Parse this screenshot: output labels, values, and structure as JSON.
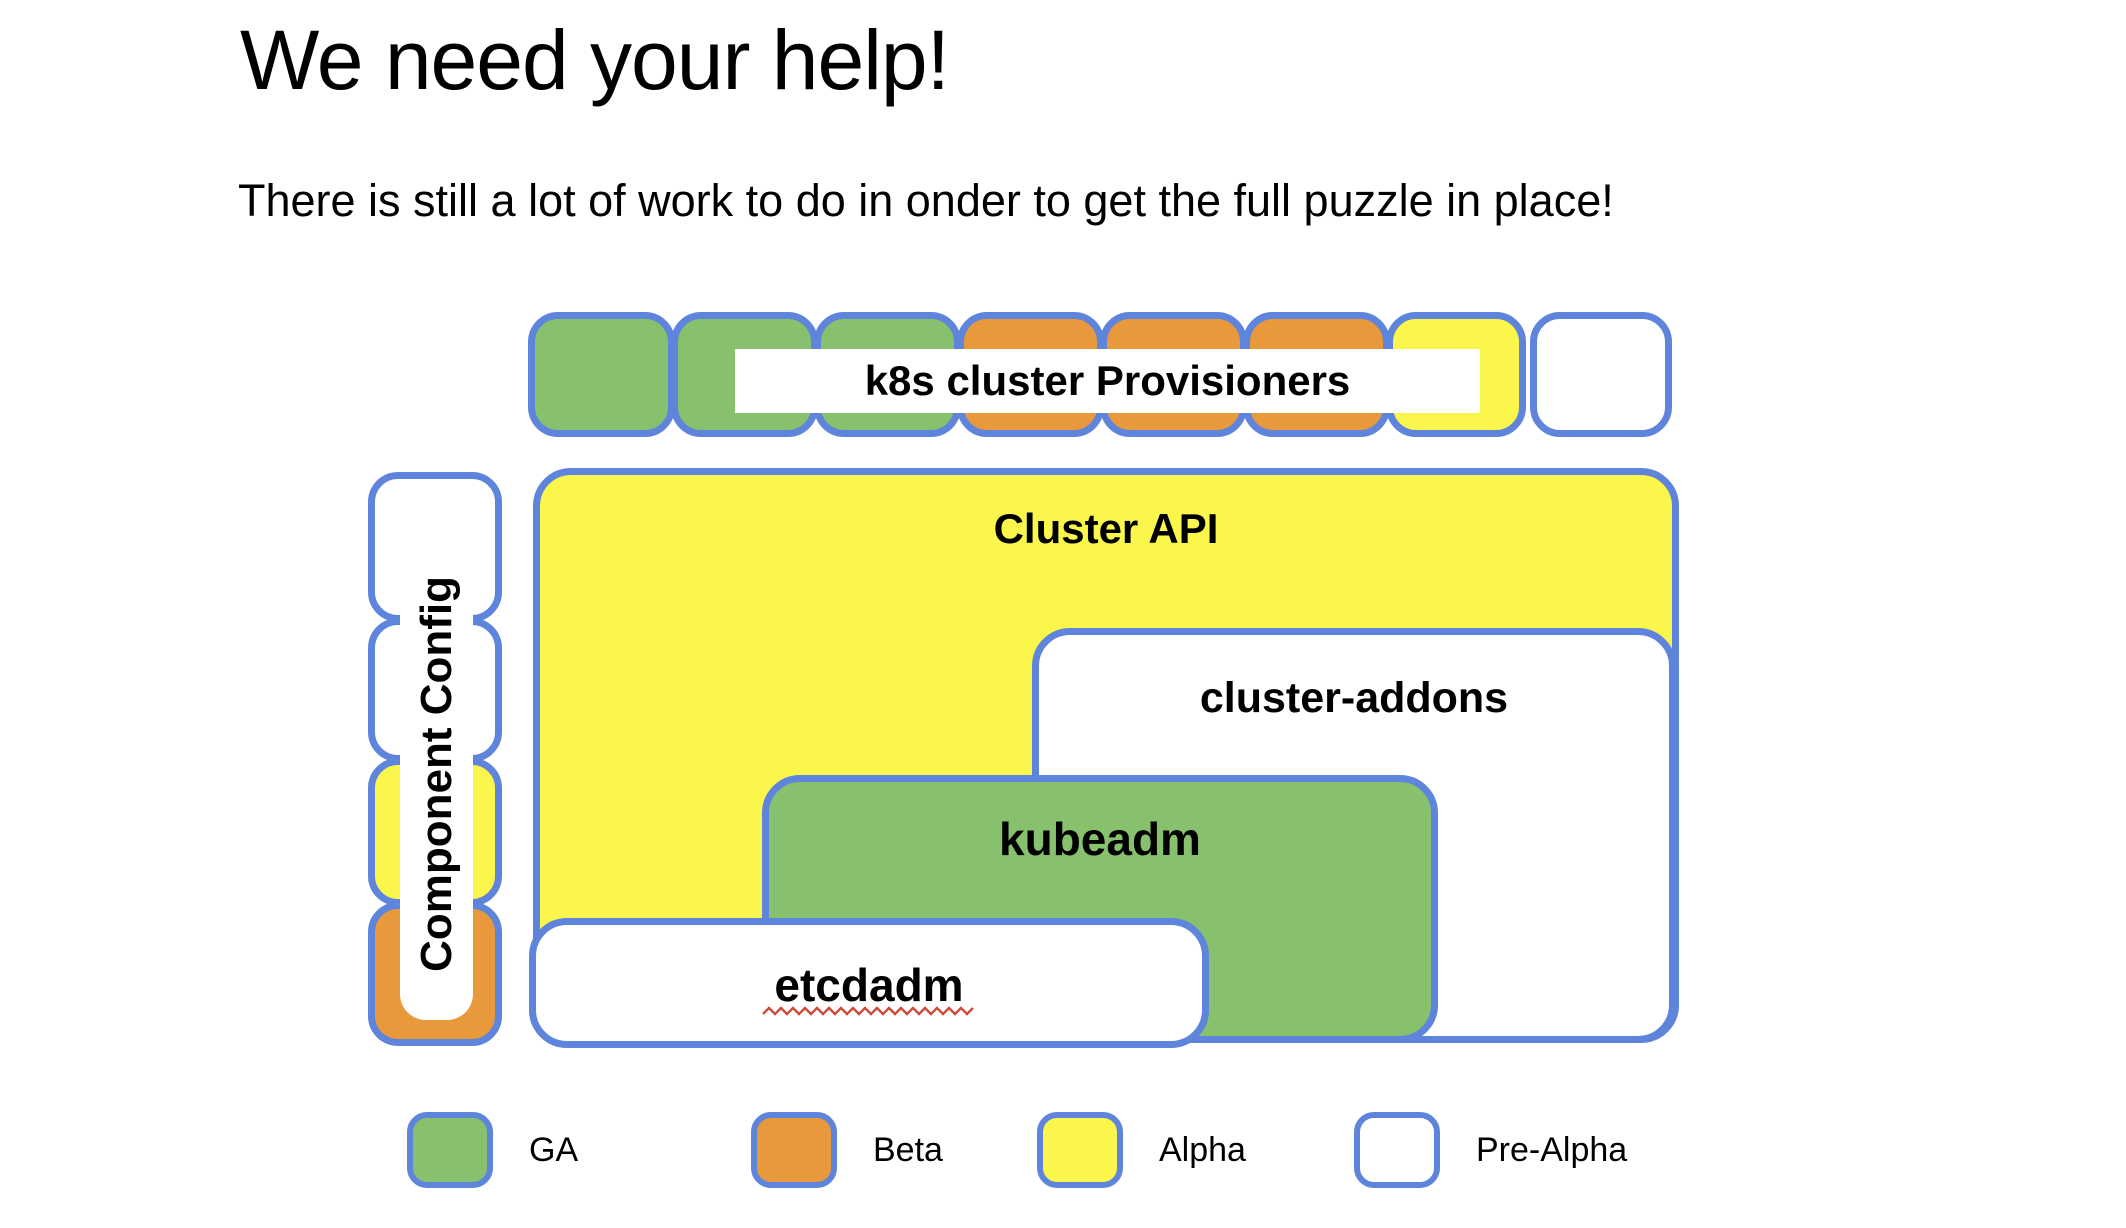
{
  "title": "We need your help!",
  "subtitle": "There is still a lot of work to do in onder to get the full puzzle in place!",
  "colors": {
    "ga": "#87c16e",
    "beta": "#e8993c",
    "alpha": "#fbf64b",
    "pre_alpha": "#ffffff",
    "border": "#5e84dc",
    "squiggle": "#d04a3d"
  },
  "provisioners": {
    "label": "k8s cluster Provisioners",
    "squares": [
      "ga",
      "ga",
      "ga",
      "beta",
      "beta",
      "beta",
      "alpha",
      "pre-alpha"
    ]
  },
  "component_config": {
    "label": "Component Config",
    "squares": [
      "pre-alpha",
      "pre-alpha",
      "alpha",
      "beta"
    ]
  },
  "boxes": {
    "cluster_api": {
      "label": "Cluster API",
      "status": "alpha"
    },
    "cluster_addons": {
      "label": "cluster-addons",
      "status": "pre-alpha"
    },
    "kubeadm": {
      "label": "kubeadm",
      "status": "ga"
    },
    "etcdadm": {
      "label": "etcdadm",
      "status": "pre-alpha"
    }
  },
  "legend": [
    {
      "label": "GA",
      "status": "ga"
    },
    {
      "label": "Beta",
      "status": "beta"
    },
    {
      "label": "Alpha",
      "status": "alpha"
    },
    {
      "label": "Pre-Alpha",
      "status": "pre-alpha"
    }
  ]
}
